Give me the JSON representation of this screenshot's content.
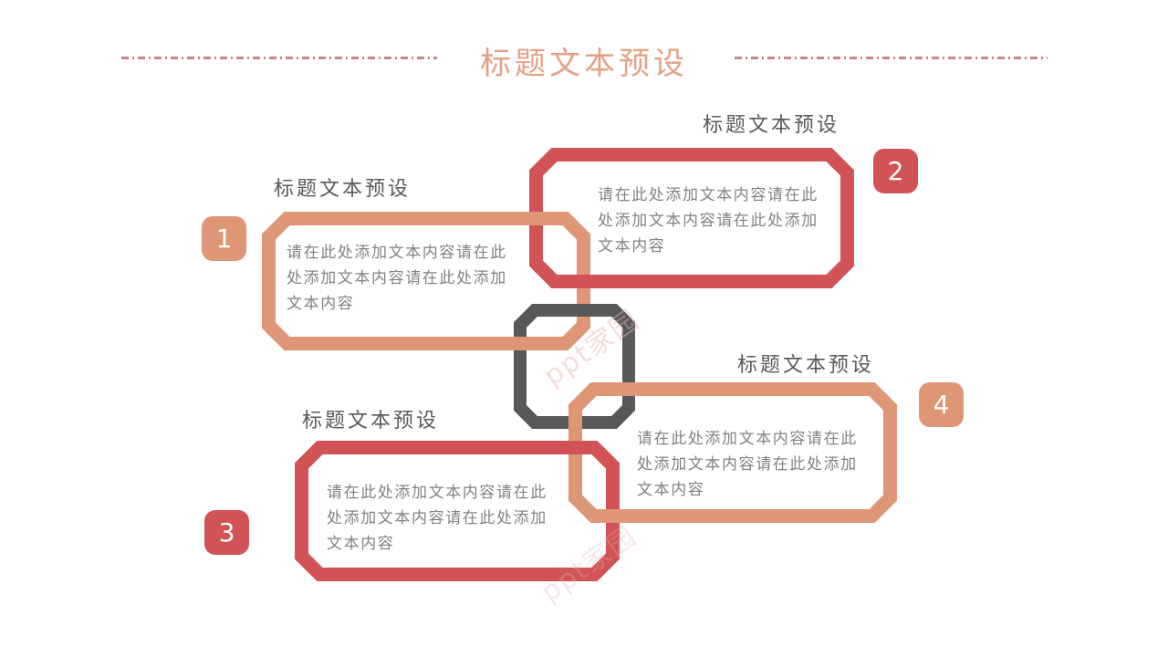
{
  "slide": {
    "title": "标题文本预设",
    "watermark": "ppt家园",
    "items": [
      {
        "number": "1",
        "heading": "标题文本预设",
        "body": "请在此处添加文本内容请在此处添加文本内容请在此处添加文本内容",
        "accent": "#DE9677"
      },
      {
        "number": "2",
        "heading": "标题文本预设",
        "body": "请在此处添加文本内容请在此处添加文本内容请在此处添加文本内容",
        "accent": "#D25355"
      },
      {
        "number": "3",
        "heading": "标题文本预设",
        "body": "请在此处添加文本内容请在此处添加文本内容请在此处添加文本内容",
        "accent": "#D25355"
      },
      {
        "number": "4",
        "heading": "标题文本预设",
        "body": "请在此处添加文本内容请在此处添加文本内容请在此处添加文本内容",
        "accent": "#DE9677"
      }
    ],
    "colors": {
      "salmon": "#DE9677",
      "red": "#D25355",
      "square_gray": "#58585A",
      "title_text": "#E5A184",
      "dash_rule": "#C9838B",
      "heading_text": "#5B5858",
      "body_text": "#848080"
    }
  }
}
